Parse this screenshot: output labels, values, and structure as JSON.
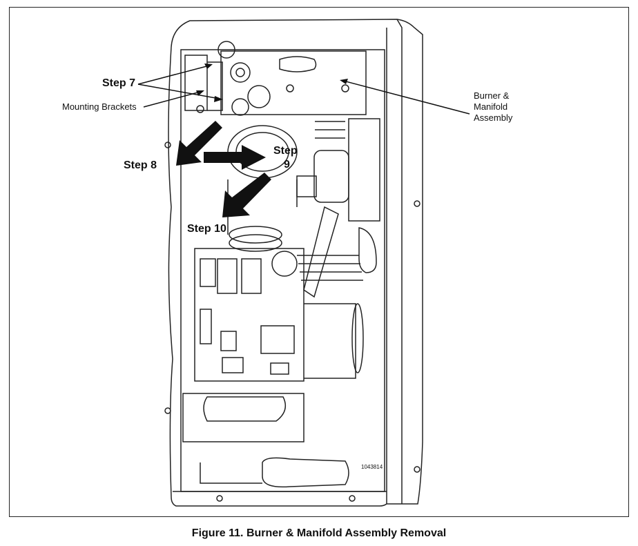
{
  "labels": {
    "step7": "Step 7",
    "step8": "Step 8",
    "step9_line1": "Step",
    "step9_line2": "9",
    "step10": "Step 10",
    "mounting_brackets": "Mounting Brackets",
    "burner_line1": "Burner &",
    "burner_line2": "Manifold",
    "burner_line3": "Assembly",
    "part_number": "1043814"
  },
  "caption": "Figure 11. Burner & Manifold Assembly Removal"
}
